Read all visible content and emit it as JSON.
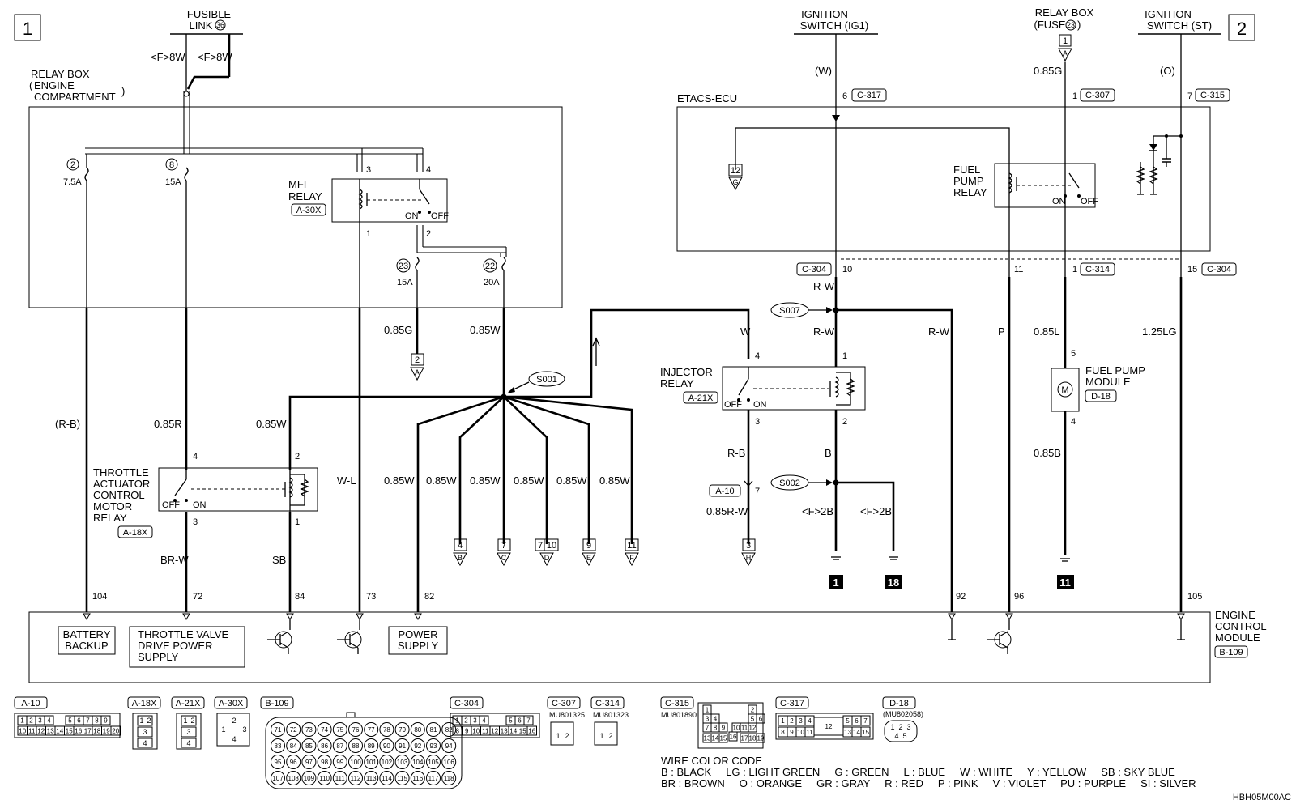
{
  "page_markers": {
    "left": "1",
    "right": "2"
  },
  "doc_code": "HBH05M00AC",
  "sources": {
    "fusible_link": {
      "line1": "FUSIBLE",
      "line2": "LINK",
      "number": "36",
      "wire_a": "<F>8W",
      "wire_b": "<F>8W"
    },
    "ign_ig1": {
      "line1": "IGNITION",
      "line2": "SWITCH (IG1)",
      "wire": "(W)"
    },
    "relay_box_fuse": {
      "line1": "RELAY BOX",
      "line2": "(FUSE",
      "number": "23",
      "close": ")",
      "marker": "1",
      "marker_letter": "A",
      "wire": "0.85G"
    },
    "ign_st": {
      "line1": "IGNITION",
      "line2": "SWITCH (ST)",
      "wire": "(O)"
    }
  },
  "relay_box_engine": {
    "line1": "RELAY BOX",
    "line2": "ENGINE",
    "line3": "COMPARTMENT",
    "fuses": [
      {
        "num": "2",
        "rating": "7.5A"
      },
      {
        "num": "8",
        "rating": "15A"
      },
      {
        "num": "23",
        "rating": "15A"
      },
      {
        "num": "22",
        "rating": "20A"
      }
    ]
  },
  "mfi_relay": {
    "line1": "MFI",
    "line2": "RELAY",
    "conn": "A-30X",
    "pins": [
      "3",
      "4",
      "1",
      "2"
    ],
    "on": "ON",
    "off": "OFF"
  },
  "etacs": {
    "title": "ETACS-ECU",
    "conn_top_1": {
      "pin": "6",
      "conn": "C-317"
    },
    "conn_top_2": {
      "pin": "1",
      "conn": "C-307"
    },
    "conn_top_3": {
      "pin": "7",
      "conn": "C-315"
    },
    "marker": "12",
    "marker_letter": "G",
    "fuel_pump_relay": {
      "line1": "FUEL",
      "line2": "PUMP",
      "line3": "RELAY",
      "on": "ON",
      "off": "OFF"
    },
    "conn_bot_1": {
      "conn": "C-304",
      "pin": "10"
    },
    "conn_bot_2": {
      "pin": "11"
    },
    "conn_bot_3": {
      "pin": "1",
      "conn": "C-314"
    },
    "conn_bot_4": {
      "pin": "15",
      "conn": "C-304"
    }
  },
  "wires": {
    "w_rb": "(R-B)",
    "w_085r": "0.85R",
    "w_085w_a": "0.85W",
    "w_wl": "W-L",
    "w_085g": "0.85G",
    "w_085w_b": "0.85W",
    "w_w": "W",
    "w_rw_1": "R-W",
    "w_rw_2": "R-W",
    "w_rw_3": "R-W",
    "w_p": "P",
    "w_085l": "0.85L",
    "w_125lg": "1.25LG",
    "w_085b": "0.85B",
    "w_brw": "BR-W",
    "w_sb": "SB",
    "w_rb2": "R-B",
    "w_b": "B",
    "w_085rw": "0.85R-W",
    "w_f2b_1": "<F>2B",
    "w_f2b_2": "<F>2B",
    "w_085w_c": "0.85W",
    "w_085w_d": "0.85W",
    "w_085w_e": "0.85W",
    "w_085w_f": "0.85W",
    "w_085w_g": "0.85W",
    "w_085w_h": "0.85W"
  },
  "splices": {
    "s001": "S001",
    "s002": "S002",
    "s007": "S007"
  },
  "marker_a": {
    "num": "2",
    "letter": "A"
  },
  "branch_markers": [
    {
      "num": "4",
      "letter": "B"
    },
    {
      "num": "7",
      "letter": "C"
    },
    {
      "num": "7",
      "num2": "10",
      "letter": "D"
    },
    {
      "num": "9",
      "letter": "E"
    },
    {
      "num": "11",
      "letter": "F"
    }
  ],
  "marker_h": {
    "num": "3",
    "letter": "H"
  },
  "throttle_relay": {
    "line1": "THROTTLE",
    "line2": "ACTUATOR",
    "line3": "CONTROL",
    "line4": "MOTOR",
    "line5": "RELAY",
    "conn": "A-18X",
    "pins": [
      "4",
      "2",
      "3",
      "1"
    ],
    "on": "ON",
    "off": "OFF"
  },
  "injector_relay": {
    "line1": "INJECTOR",
    "line2": "RELAY",
    "conn": "A-21X",
    "pins": [
      "4",
      "1",
      "3",
      "2"
    ],
    "on": "ON",
    "off": "OFF"
  },
  "a10": {
    "conn": "A-10",
    "pin": "7"
  },
  "fuel_pump_module": {
    "line1": "FUEL PUMP",
    "line2": "MODULE",
    "conn": "D-18",
    "pin_top": "5",
    "pin_bot": "4",
    "motor": "M"
  },
  "grounds": {
    "g1": "1",
    "g2": "18",
    "g3": "11"
  },
  "ecm": {
    "line1": "ENGINE",
    "line2": "CONTROL",
    "line3": "MODULE",
    "conn": "B-109",
    "pins": [
      "104",
      "72",
      "84",
      "73",
      "82",
      "92",
      "96",
      "105"
    ],
    "battery_backup_1": "BATTERY",
    "battery_backup_2": "BACKUP",
    "throttle_supply_1": "THROTTLE VALVE",
    "throttle_supply_2": "DRIVE POWER",
    "throttle_supply_3": "SUPPLY",
    "power_supply_1": "POWER",
    "power_supply_2": "SUPPLY"
  },
  "connectors_legend": {
    "a10": {
      "label": "A-10",
      "row1": [
        "1",
        "2",
        "3",
        "4",
        "5",
        "6",
        "7",
        "8",
        "9"
      ],
      "row2": [
        "10",
        "11",
        "12",
        "13",
        "14",
        "15",
        "16",
        "17",
        "18",
        "19",
        "20"
      ]
    },
    "a18x": {
      "label": "A-18X",
      "pins": [
        "1",
        "2",
        "3",
        "4"
      ]
    },
    "a21x": {
      "label": "A-21X",
      "pins": [
        "1",
        "2",
        "3",
        "4"
      ]
    },
    "a30x": {
      "label": "A-30X",
      "pins": [
        "1",
        "2",
        "3",
        "4"
      ]
    },
    "b109": {
      "label": "B-109",
      "row1": [
        "71",
        "72",
        "73",
        "74",
        "75",
        "76",
        "77",
        "78",
        "79",
        "80",
        "81",
        "82"
      ],
      "row2": [
        "83",
        "84",
        "85",
        "86",
        "87",
        "88",
        "89",
        "90",
        "91",
        "92",
        "93",
        "94"
      ],
      "row3": [
        "95",
        "96",
        "97",
        "98",
        "99",
        "100",
        "101",
        "102",
        "103",
        "104",
        "105",
        "106"
      ],
      "row4": [
        "107",
        "108",
        "109",
        "110",
        "111",
        "112",
        "113",
        "114",
        "115",
        "116",
        "117",
        "118"
      ]
    },
    "c304": {
      "label": "C-304",
      "row1": [
        "1",
        "2",
        "3",
        "4",
        "5",
        "6",
        "7"
      ],
      "row2": [
        "8",
        "9",
        "10",
        "11",
        "12",
        "13",
        "14",
        "15",
        "16"
      ]
    },
    "c307": {
      "label": "C-307",
      "part": "MU801325",
      "pins": [
        "1",
        "2"
      ]
    },
    "c314": {
      "label": "C-314",
      "part": "MU801323",
      "pins": [
        "1",
        "2"
      ]
    },
    "c315": {
      "label": "C-315",
      "part": "MU801890",
      "pins": [
        "1",
        "2",
        "3",
        "4",
        "5",
        "6",
        "7",
        "8",
        "9",
        "10",
        "11",
        "12",
        "13",
        "14",
        "15",
        "16",
        "17",
        "18",
        "19"
      ]
    },
    "c317": {
      "label": "C-317",
      "row1": [
        "1",
        "2",
        "3",
        "4",
        "5",
        "6",
        "7"
      ],
      "row2": [
        "8",
        "9",
        "10",
        "11",
        "13",
        "14",
        "15"
      ],
      "mid": "12"
    },
    "d18": {
      "label": "D-18",
      "part": "(MU802058)",
      "pins": [
        "1",
        "2",
        "3",
        "4",
        "5"
      ]
    }
  },
  "wire_color_code": {
    "title": "WIRE COLOR CODE",
    "line1": "B : BLACK     LG : LIGHT GREEN     G : GREEN     L : BLUE     W : WHITE     Y : YELLOW     SB : SKY BLUE",
    "line2": "BR : BROWN     O : ORANGE     GR : GRAY     R : RED     P : PINK     V : VIOLET     PU : PURPLE     SI : SILVER"
  }
}
